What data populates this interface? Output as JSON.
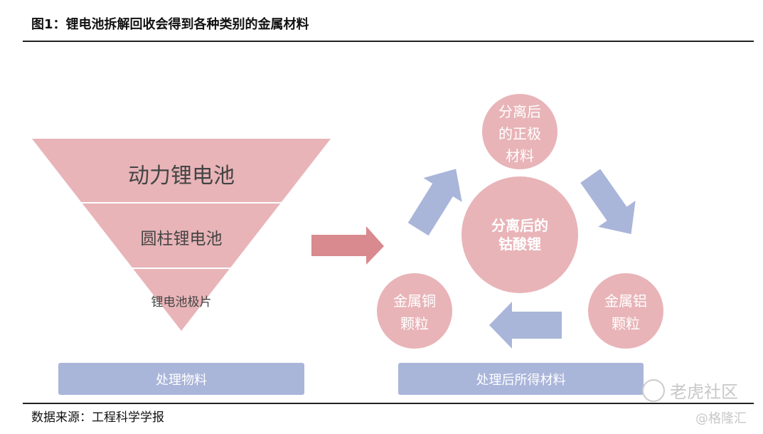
{
  "title": "图1：锂电池拆解回收会得到各种类别的金属材料",
  "funnel": {
    "levels": [
      "动力锂电池",
      "圆柱锂电池",
      "锂电池极片"
    ],
    "caption": "处理物料"
  },
  "cycle": {
    "center": "分离后的钴酸锂",
    "top": "分离后的正极材料",
    "right": "金属铝颗粒",
    "left": "金属铜颗粒",
    "caption": "处理后所得材料"
  },
  "source": "数据来源：工程科学学报",
  "watermark": {
    "brand": "老虎社区",
    "handle": "@格隆汇"
  },
  "colors": {
    "pink": "#e8b4b8",
    "blue": "#aab5da",
    "red_arrow": "#d98a8f"
  }
}
